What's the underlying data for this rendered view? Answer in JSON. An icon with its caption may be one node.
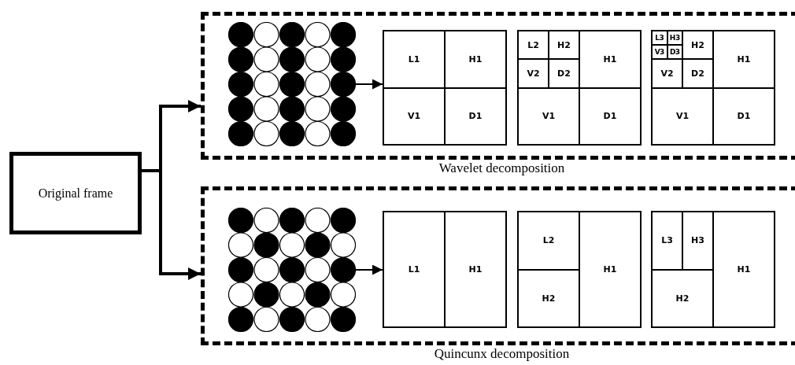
{
  "diagram": {
    "nodes": [
      {
        "text": [
          "Original frame"
        ]
      },
      {
        "text": [],
        "shape": "box",
        "beside": [
          "Wavelet decomposition"
        ]
      },
      {
        "text": [],
        "shape": "picture",
        "in": 1
      },
      {
        "text": [],
        "shape": "box",
        "in": 1
      },
      {
        "text": [
          "L1"
        ],
        "in": 3
      },
      {
        "text": [
          "H1"
        ],
        "in": 3
      },
      {
        "text": [
          "V1"
        ],
        "in": 3
      },
      {
        "text": [
          "D1"
        ],
        "in": 3
      },
      {
        "text": [],
        "shape": "box",
        "in": 1
      },
      {
        "text": [
          "L2"
        ],
        "in": 8
      },
      {
        "text": [
          "H2"
        ],
        "in": 8
      },
      {
        "text": [
          "V2"
        ],
        "in": 8
      },
      {
        "text": [
          "D2"
        ],
        "in": 8
      },
      {
        "text": [
          "H1"
        ],
        "in": 8
      },
      {
        "text": [
          "V1"
        ],
        "in": 8
      },
      {
        "text": [
          "D1"
        ],
        "in": 8
      },
      {
        "text": [],
        "shape": "box",
        "in": 1
      },
      {
        "text": [
          "L3"
        ],
        "in": 16
      },
      {
        "text": [
          "H3"
        ],
        "in": 16
      },
      {
        "text": [
          "V3"
        ],
        "in": 16
      },
      {
        "text": [
          "D3"
        ],
        "in": 16
      },
      {
        "text": [
          "H2"
        ],
        "in": 16
      },
      {
        "text": [
          "V2"
        ],
        "in": 16
      },
      {
        "text": [
          "D2"
        ],
        "in": 16
      },
      {
        "text": [
          "H1"
        ],
        "in": 16
      },
      {
        "text": [
          "V1"
        ],
        "in": 16
      },
      {
        "text": [
          "D1"
        ],
        "in": 16
      },
      {
        "text": [],
        "shape": "box",
        "beside": [
          "Quincunx decomposition"
        ]
      },
      {
        "text": [],
        "shape": "picture",
        "in": 27
      },
      {
        "text": [],
        "shape": "box",
        "in": 27
      },
      {
        "text": [
          "L1"
        ],
        "in": 29
      },
      {
        "text": [
          "H1"
        ],
        "in": 29
      },
      {
        "text": [],
        "shape": "box",
        "in": 27
      },
      {
        "text": [
          "L2"
        ],
        "in": 32
      },
      {
        "text": [
          "H2"
        ],
        "in": 32
      },
      {
        "text": [
          "H1"
        ],
        "in": 32
      },
      {
        "text": [],
        "shape": "box",
        "in": 27
      },
      {
        "text": [
          "L3"
        ],
        "in": 36
      },
      {
        "text": [
          "H3"
        ],
        "in": 36
      },
      {
        "text": [
          "H2"
        ],
        "in": 36
      },
      {
        "text": [
          "H1"
        ],
        "in": 36
      }
    ],
    "edges": [
      {
        "from": 0,
        "to": 1,
        "arrow": "to",
        "style": "thick"
      },
      {
        "from": 0,
        "to": 27,
        "arrow": "to",
        "style": "thick"
      },
      {
        "from": 2,
        "to": 3,
        "arrow": "to"
      },
      {
        "from": 28,
        "to": 29,
        "arrow": "to"
      }
    ]
  }
}
